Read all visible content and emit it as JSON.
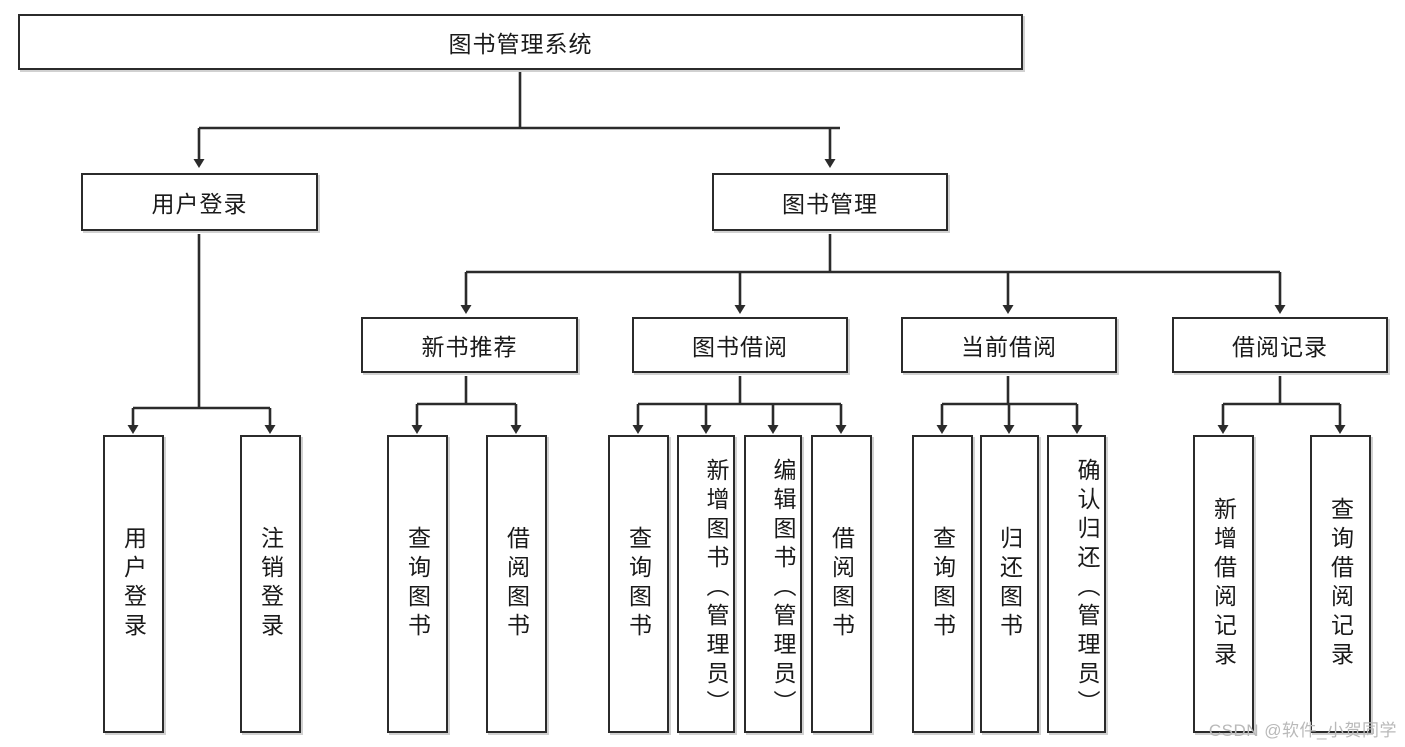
{
  "diagram": {
    "type": "tree",
    "title": "图书管理系统",
    "root": {
      "label": "图书管理系统"
    },
    "level1": [
      {
        "label": "用户登录"
      },
      {
        "label": "图书管理"
      }
    ],
    "level2": [
      {
        "label": "新书推荐"
      },
      {
        "label": "图书借阅"
      },
      {
        "label": "当前借阅"
      },
      {
        "label": "借阅记录"
      }
    ],
    "leaves": {
      "user_login": [
        {
          "label": "用户登录"
        },
        {
          "label": "注销登录"
        }
      ],
      "new_book_recommend": [
        {
          "label": "查询图书"
        },
        {
          "label": "借阅图书"
        }
      ],
      "book_borrow": [
        {
          "label": "查询图书"
        },
        {
          "label": "新增图书（管理员）"
        },
        {
          "label": "编辑图书（管理员）"
        },
        {
          "label": "借阅图书"
        }
      ],
      "current_borrow": [
        {
          "label": "查询图书"
        },
        {
          "label": "归还图书"
        },
        {
          "label": "确认归还（管理员）"
        }
      ],
      "borrow_record": [
        {
          "label": "新增借阅记录"
        },
        {
          "label": "查询借阅记录"
        }
      ]
    }
  },
  "watermark": {
    "text": "CSDN @软件_小贺同学"
  },
  "colors": {
    "border": "#2b2b2b",
    "text": "#1a1a1a",
    "background": "#ffffff",
    "watermark": "#b9b9b9"
  }
}
